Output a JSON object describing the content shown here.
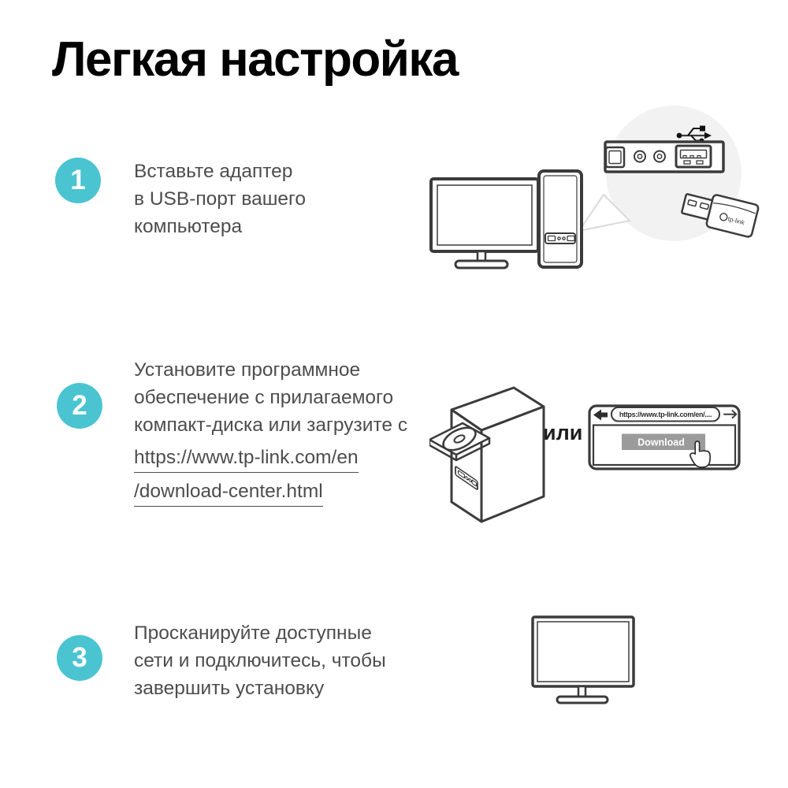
{
  "page": {
    "title": "Легкая настройка"
  },
  "colors": {
    "accent_teal": "#4AC4D0",
    "body_text_gray": "#4D4D4D",
    "illustration_stroke": "#3B3B3B",
    "zoom_circle_bg": "#F2F2F2",
    "download_button_gray": "#9B9B9B"
  },
  "steps": [
    {
      "number": "1",
      "lines": [
        "Вставьте адаптер",
        "в USB-порт вашего",
        "компьютера"
      ]
    },
    {
      "number": "2",
      "lines": [
        "Установите программное",
        "обеспечение с прилагаемого",
        "компакт-диска или загрузите с"
      ],
      "links": [
        "https://www.tp-link.com/en",
        "/download-center.html"
      ],
      "or_label": "или"
    },
    {
      "number": "3",
      "lines": [
        "Просканируйте доступные",
        "сети и подключитесь, чтобы",
        "завершить установку"
      ]
    }
  ],
  "illustrations": {
    "browser": {
      "url_text": "https://www.tp-link.com/en/....",
      "download_label": "Download",
      "icons": {
        "back": "filled-left-arrow",
        "forward": "right-arrow",
        "cursor": "hand-cursor"
      }
    },
    "adapter": {
      "logo_text": "tp-link"
    },
    "usb_panel_icon": "usb-trident"
  }
}
